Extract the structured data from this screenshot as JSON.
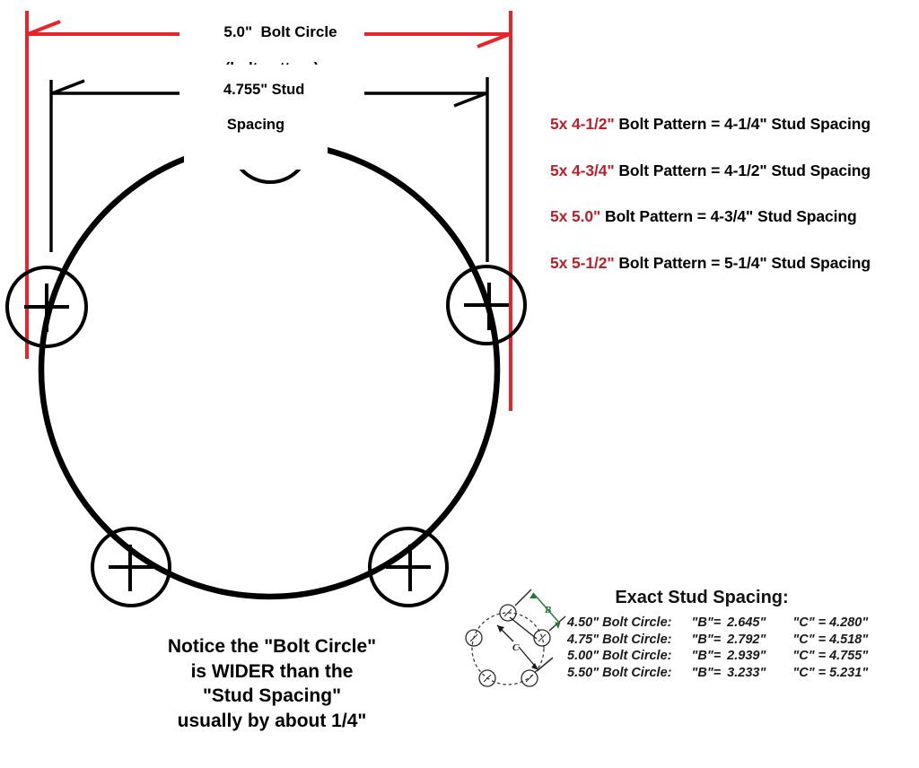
{
  "diagram": {
    "bolt_circle_dimension": {
      "line1": "5.0\"  Bolt Circle",
      "line2": "(bolt pattern)",
      "color": "#e8232a"
    },
    "stud_spacing_dimension": {
      "line1": "4.755\" Stud",
      "line2": "Spacing",
      "color": "#000000"
    },
    "lug_count": 5
  },
  "equations": [
    {
      "pattern": "5x 4-1/2\"",
      "rest": " Bolt Pattern = 4-1/4\" Stud Spacing"
    },
    {
      "pattern": "5x 4-3/4\"",
      "rest": " Bolt Pattern = 4-1/2\" Stud Spacing"
    },
    {
      "pattern": "5x 5.0\"",
      "rest": " Bolt Pattern = 4-3/4\" Stud Spacing"
    },
    {
      "pattern": "5x 5-1/2\"",
      "rest": " Bolt Pattern = 5-1/4\" Stud Spacing"
    }
  ],
  "notice": {
    "line1": "Notice the \"Bolt Circle\"",
    "line2": "is WIDER than the",
    "line3": "\"Stud Spacing\"",
    "line4": "usually by about 1/4\""
  },
  "exact_table": {
    "title": "Exact Stud Spacing:",
    "rows": [
      {
        "circle": "4.50\" Bolt Circle:",
        "b_label": "\"B\"=",
        "b_value": "2.645\"",
        "c_label": "\"C\" = 4.280\""
      },
      {
        "circle": "4.75\" Bolt Circle:",
        "b_label": "\"B\"=",
        "b_value": "2.792\"",
        "c_label": "\"C\" = 4.518\""
      },
      {
        "circle": "5.00\" Bolt Circle:",
        "b_label": "\"B\"=",
        "b_value": "2.939\"",
        "c_label": "\"C\" = 4.755\""
      },
      {
        "circle": "5.50\" Bolt Circle:",
        "b_label": "\"B\"=",
        "b_value": "3.233\"",
        "c_label": "\"C\" = 5.231\""
      }
    ]
  },
  "inset": {
    "b_label": "B",
    "c_label": "C",
    "b_color": "#1f7a33",
    "c_color": "#000000"
  },
  "colors": {
    "dimension_red": "#e8232a",
    "text_red": "#b9202c",
    "stroke_black": "#000000",
    "inset_green": "#1f7a33",
    "background": "#ffffff"
  }
}
